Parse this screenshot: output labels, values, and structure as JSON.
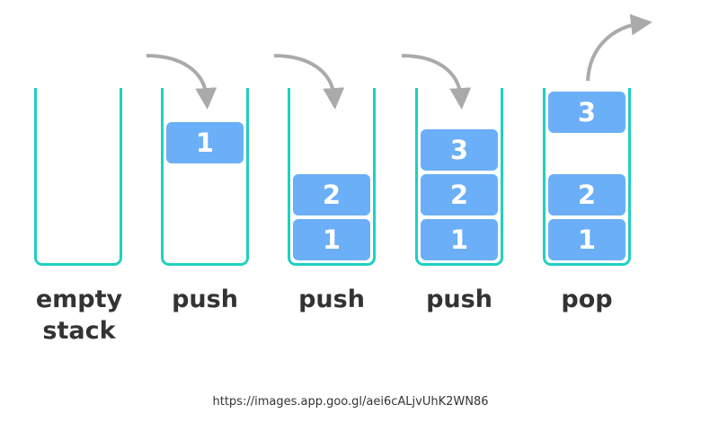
{
  "stacks": [
    {
      "label_line1": "empty",
      "label_line2": "stack",
      "items": []
    },
    {
      "label_line1": "push",
      "label_line2": "",
      "items": [
        "1"
      ]
    },
    {
      "label_line1": "push",
      "label_line2": "",
      "items": [
        "1",
        "2"
      ]
    },
    {
      "label_line1": "push",
      "label_line2": "",
      "items": [
        "1",
        "2",
        "3"
      ]
    },
    {
      "label_line1": "pop",
      "label_line2": "",
      "items": [
        "1",
        "2"
      ],
      "popped": "3"
    }
  ],
  "source_url": "https://images.app.goo.gl/aei6cALjvUhK2WN86",
  "colors": {
    "container": "#20d0c0",
    "block": "#6aaff7",
    "arrow": "#aaaaaa",
    "label": "#333333"
  }
}
